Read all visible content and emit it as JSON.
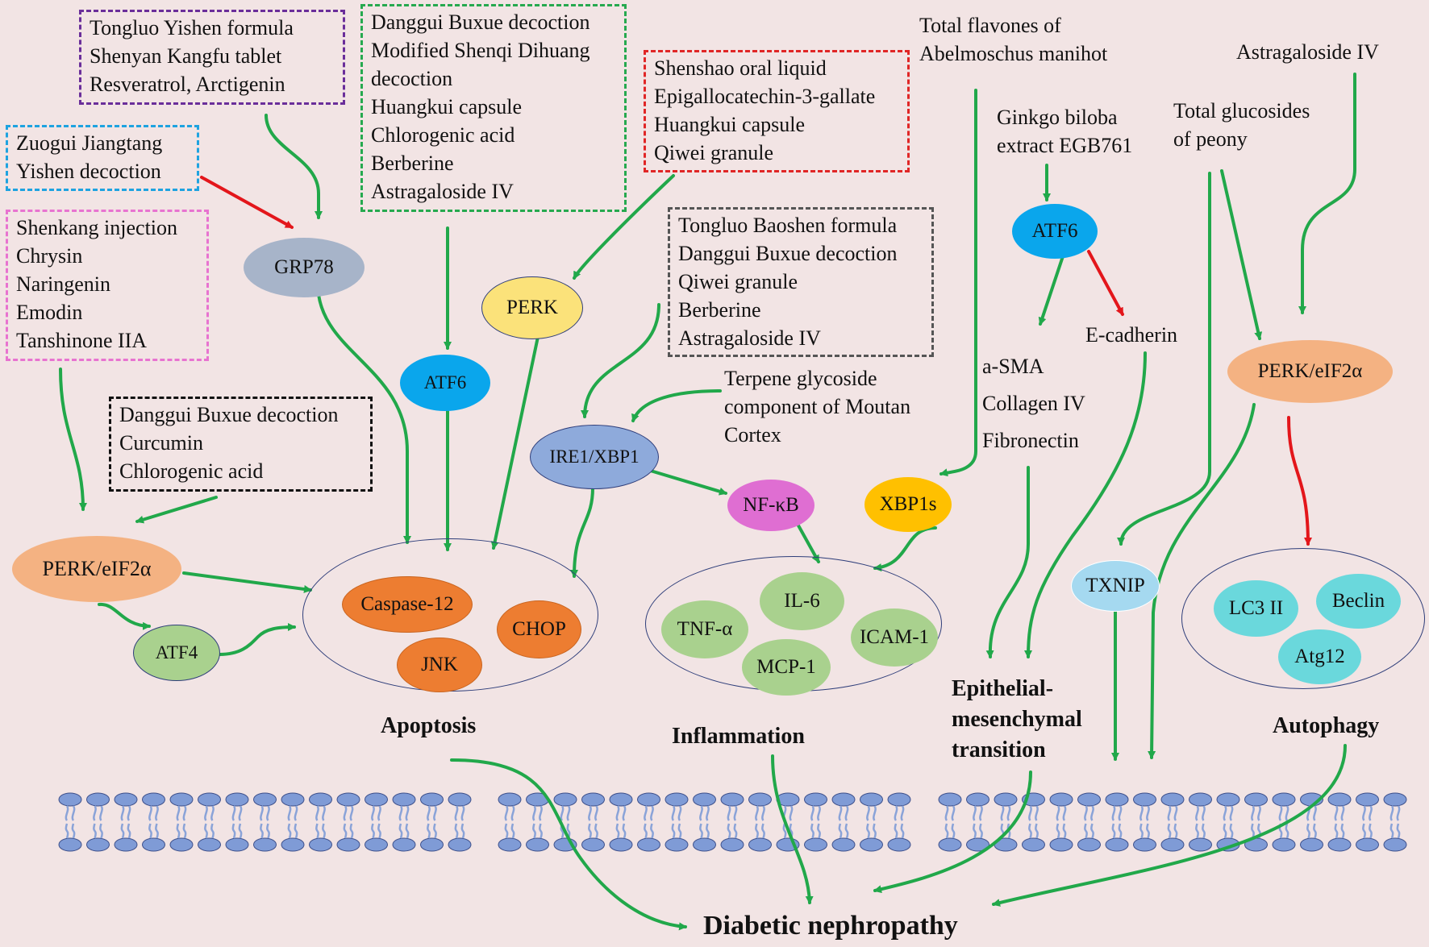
{
  "boxes": {
    "purple": {
      "lines": [
        "Tongluo Yishen formula",
        "Shenyan Kangfu tablet",
        "Resveratrol, Arctigenin"
      ],
      "border": "#6a2e9a"
    },
    "blue": {
      "lines": [
        "Zuogui Jiangtang",
        "Yishen decoction"
      ],
      "border": "#1ea3e0"
    },
    "pink": {
      "lines": [
        "Shenkang injection",
        "Chrysin",
        "Naringenin",
        "Emodin",
        "Tanshinone IIA"
      ],
      "border": "#e873d0"
    },
    "green": {
      "lines": [
        "Danggui Buxue decoction",
        "Modified  Shenqi  Dihuang",
        "decoction",
        "Huangkui capsule",
        "Chlorogenic acid",
        "Berberine",
        "Astragaloside IV"
      ],
      "border": "#26a94f"
    },
    "red": {
      "lines": [
        "Shenshao oral liquid",
        "Epigallocatechin-3-gallate",
        "Huangkui capsule",
        "Qiwei granule"
      ],
      "border": "#e02626"
    },
    "gray": {
      "lines": [
        "Tongluo Baoshen formula",
        "Danggui Buxue decoction",
        "Qiwei granule",
        "Berberine",
        "Astragaloside IV"
      ],
      "border": "#555555"
    },
    "black": {
      "lines": [
        "Danggui Buxue decoction",
        "Curcumin",
        "Chlorogenic acid"
      ],
      "border": "#111111"
    }
  },
  "labels": {
    "total_flavones": [
      "Total flavones of",
      "Abelmoschus manihot"
    ],
    "astragaloside": "Astragaloside IV",
    "ginkgo": [
      "Ginkgo biloba",
      "extract EGB761"
    ],
    "total_glucosides": [
      "Total glucosides",
      "of peony"
    ],
    "terpene": [
      "Terpene glycoside",
      "component of Moutan",
      "Cortex"
    ],
    "e_cadherin": "E-cadherin",
    "emt_markers": [
      "a-SMA",
      "Collagen IV",
      "Fibronectin"
    ]
  },
  "nodes": {
    "grp78": "GRP78",
    "perk": "PERK",
    "atf6_left": "ATF6",
    "atf6_right": "ATF6",
    "perk_eif2a_left": "PERK/eIF2α",
    "perk_eif2a_right": "PERK/eIF2α",
    "atf4": "ATF4",
    "ire1_xbp1": "IRE1/XBP1",
    "nfkb": "NF-κB",
    "xbp1s": "XBP1s",
    "txnip": "TXNIP",
    "caspase12": "Caspase-12",
    "chop": "CHOP",
    "jnk": "JNK",
    "tnfa": "TNF-α",
    "il6": "IL-6",
    "icam1": "ICAM-1",
    "mcp1": "MCP-1",
    "lc3": "LC3 II",
    "beclin": "Beclin",
    "atg12": "Atg12"
  },
  "outcomes": {
    "apoptosis": "Apoptosis",
    "inflammation": "Inflammation",
    "emt": [
      "Epithelial-",
      "mesenchymal",
      "transition"
    ],
    "autophagy": "Autophagy",
    "disease": "Diabetic nephropathy"
  },
  "colors": {
    "background": "#f2e4e4",
    "arrow_green": "#21a84a",
    "arrow_red": "#e3161b",
    "membrane_head": "#7f9bd6",
    "group_border": "#2f3e7a",
    "grp78": "#a7b4c9",
    "perk": "#fbe27a",
    "atf6": "#0aa6ec",
    "perk_eif2a": "#f4b282",
    "atf4": "#a9d18e",
    "ire1": "#8eaadb",
    "nfkb": "#df6ed2",
    "xbp1s": "#ffc000",
    "txnip": "#a5d9f0",
    "apoptosis_markers": "#ed7d31",
    "inflammation_markers": "#a9d18e",
    "autophagy_markers": "#6ad8dc"
  }
}
